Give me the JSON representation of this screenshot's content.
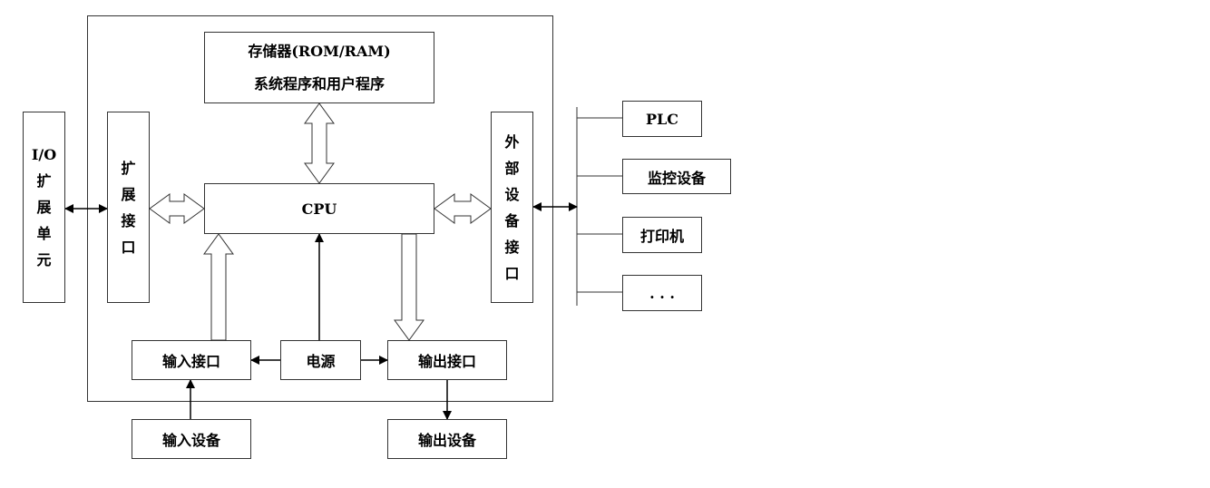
{
  "memory": {
    "line1": "存储器(ROM/RAM)",
    "line2": "系统程序和用户程序"
  },
  "cpu": "CPU",
  "io_unit": {
    "lines": [
      "I/O",
      "扩",
      "展",
      "单",
      "元"
    ]
  },
  "expansion_interface": {
    "lines": [
      "扩",
      "展",
      "接",
      "口"
    ]
  },
  "peripheral_interface": {
    "lines": [
      "外",
      "部",
      "设",
      "备",
      "接",
      "口"
    ]
  },
  "input_interface": "输入接口",
  "power": "电源",
  "output_interface": "输出接口",
  "input_device": "输入设备",
  "output_device": "输出设备",
  "peripherals": [
    "PLC",
    "监控设备",
    "打印机",
    ". . ."
  ]
}
